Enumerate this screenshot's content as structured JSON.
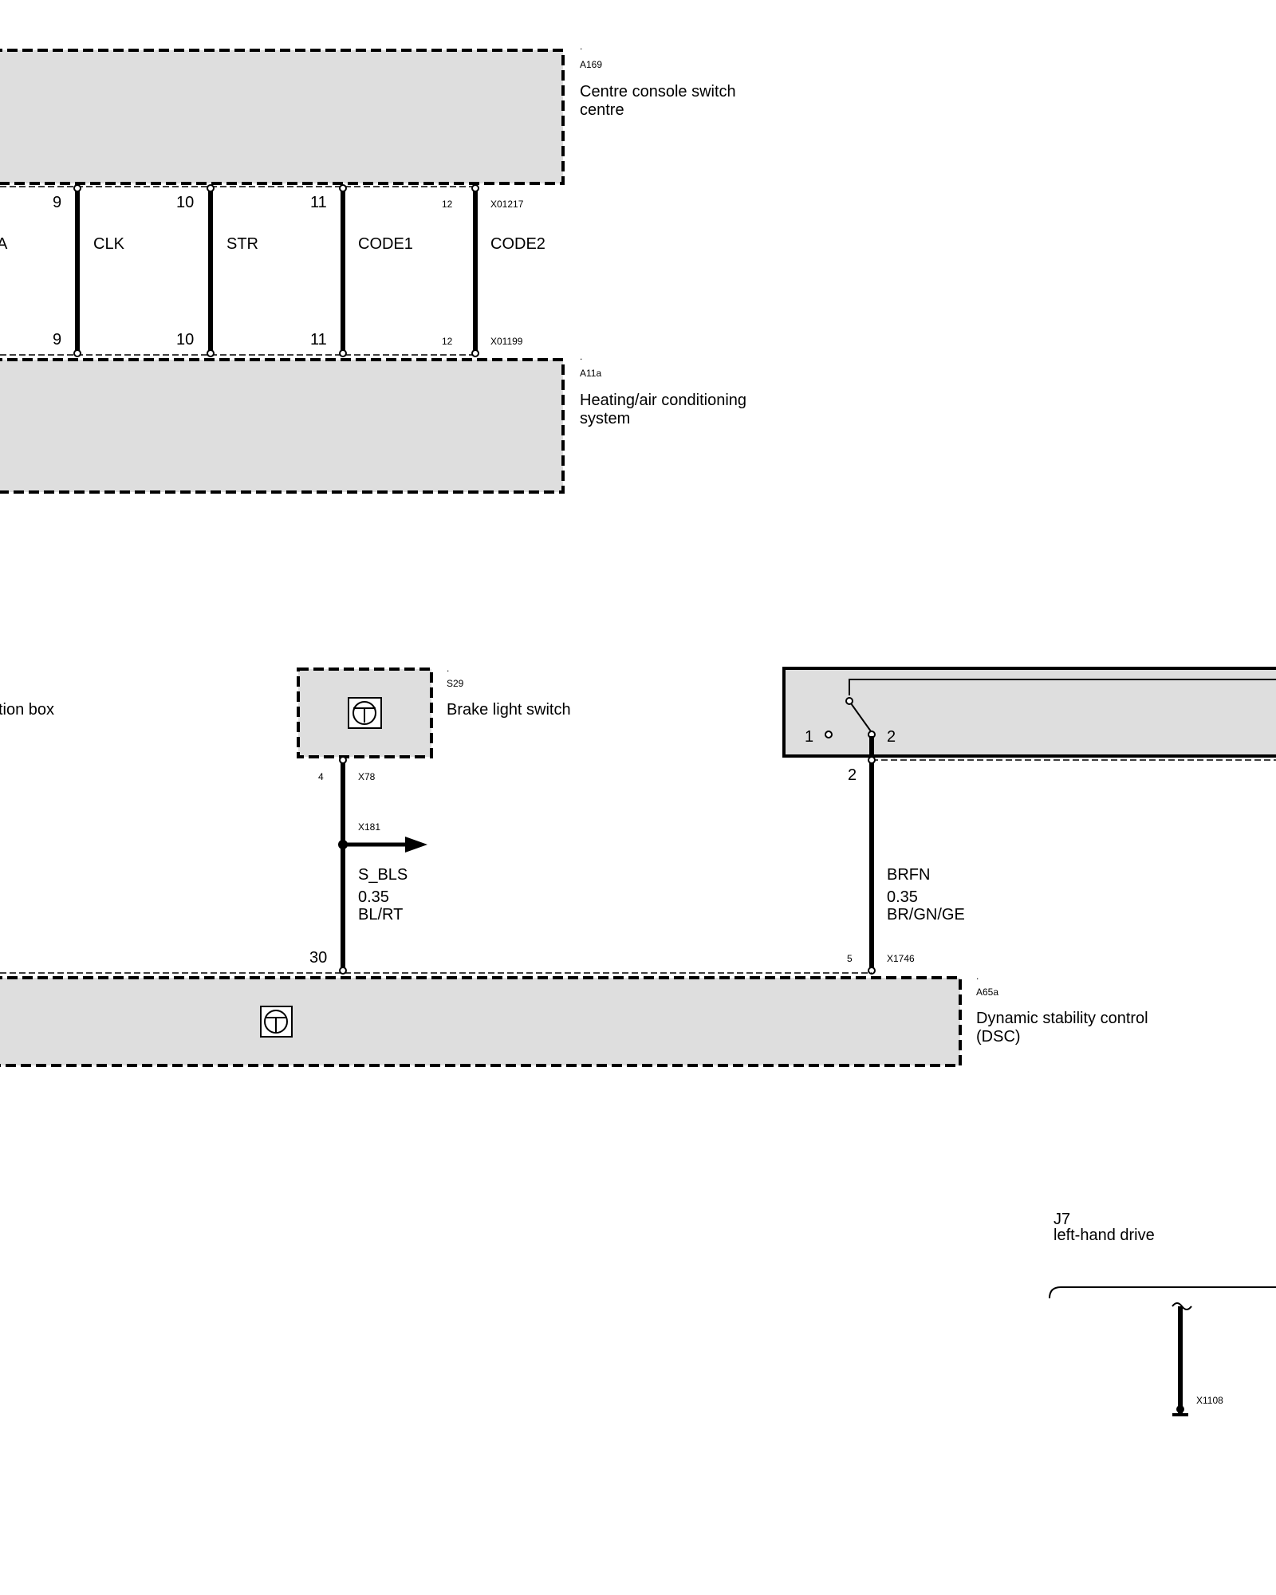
{
  "components": {
    "a169": {
      "id": "A169",
      "name_line1": "Centre console switch",
      "name_line2": "centre"
    },
    "a11a": {
      "id": "A11a",
      "name_line1": "Heating/air conditioning",
      "name_line2": "system"
    },
    "s29": {
      "id": "S29",
      "name": "Brake light switch"
    },
    "a65a": {
      "id": "A65a",
      "name_line1": "Dynamic stability control",
      "name_line2": "(DSC)"
    },
    "junction_box": {
      "name_partial": "tion box"
    },
    "j7": {
      "id": "J7",
      "desc": "left-hand drive"
    }
  },
  "connectors": {
    "x01217": "X01217",
    "x01199": "X01199",
    "x78": "X78",
    "x181": "X181",
    "x1746": "X1746",
    "x1108": "X1108"
  },
  "bus_signals": {
    "partial": "A",
    "signals": [
      {
        "name": "CLK",
        "pin_top": "9",
        "pin_bottom": "9"
      },
      {
        "name": "STR",
        "pin_top": "10",
        "pin_bottom": "10"
      },
      {
        "name": "CODE1",
        "pin_top": "11",
        "pin_bottom": "11"
      },
      {
        "name": "CODE2",
        "pin_top": "12",
        "pin_bottom": "12"
      }
    ]
  },
  "wires": {
    "s_bls": {
      "signal": "S_BLS",
      "size": "0.35",
      "color": "BL/RT",
      "pin_top": "4",
      "pin_bottom": "30"
    },
    "brfn": {
      "signal": "BRFN",
      "size": "0.35",
      "color": "BR/GN/GE",
      "pin_top": "2",
      "pin_bottom": "5"
    }
  },
  "switch_pins": {
    "pin1": "1",
    "pin2": "2"
  },
  "dot": "."
}
